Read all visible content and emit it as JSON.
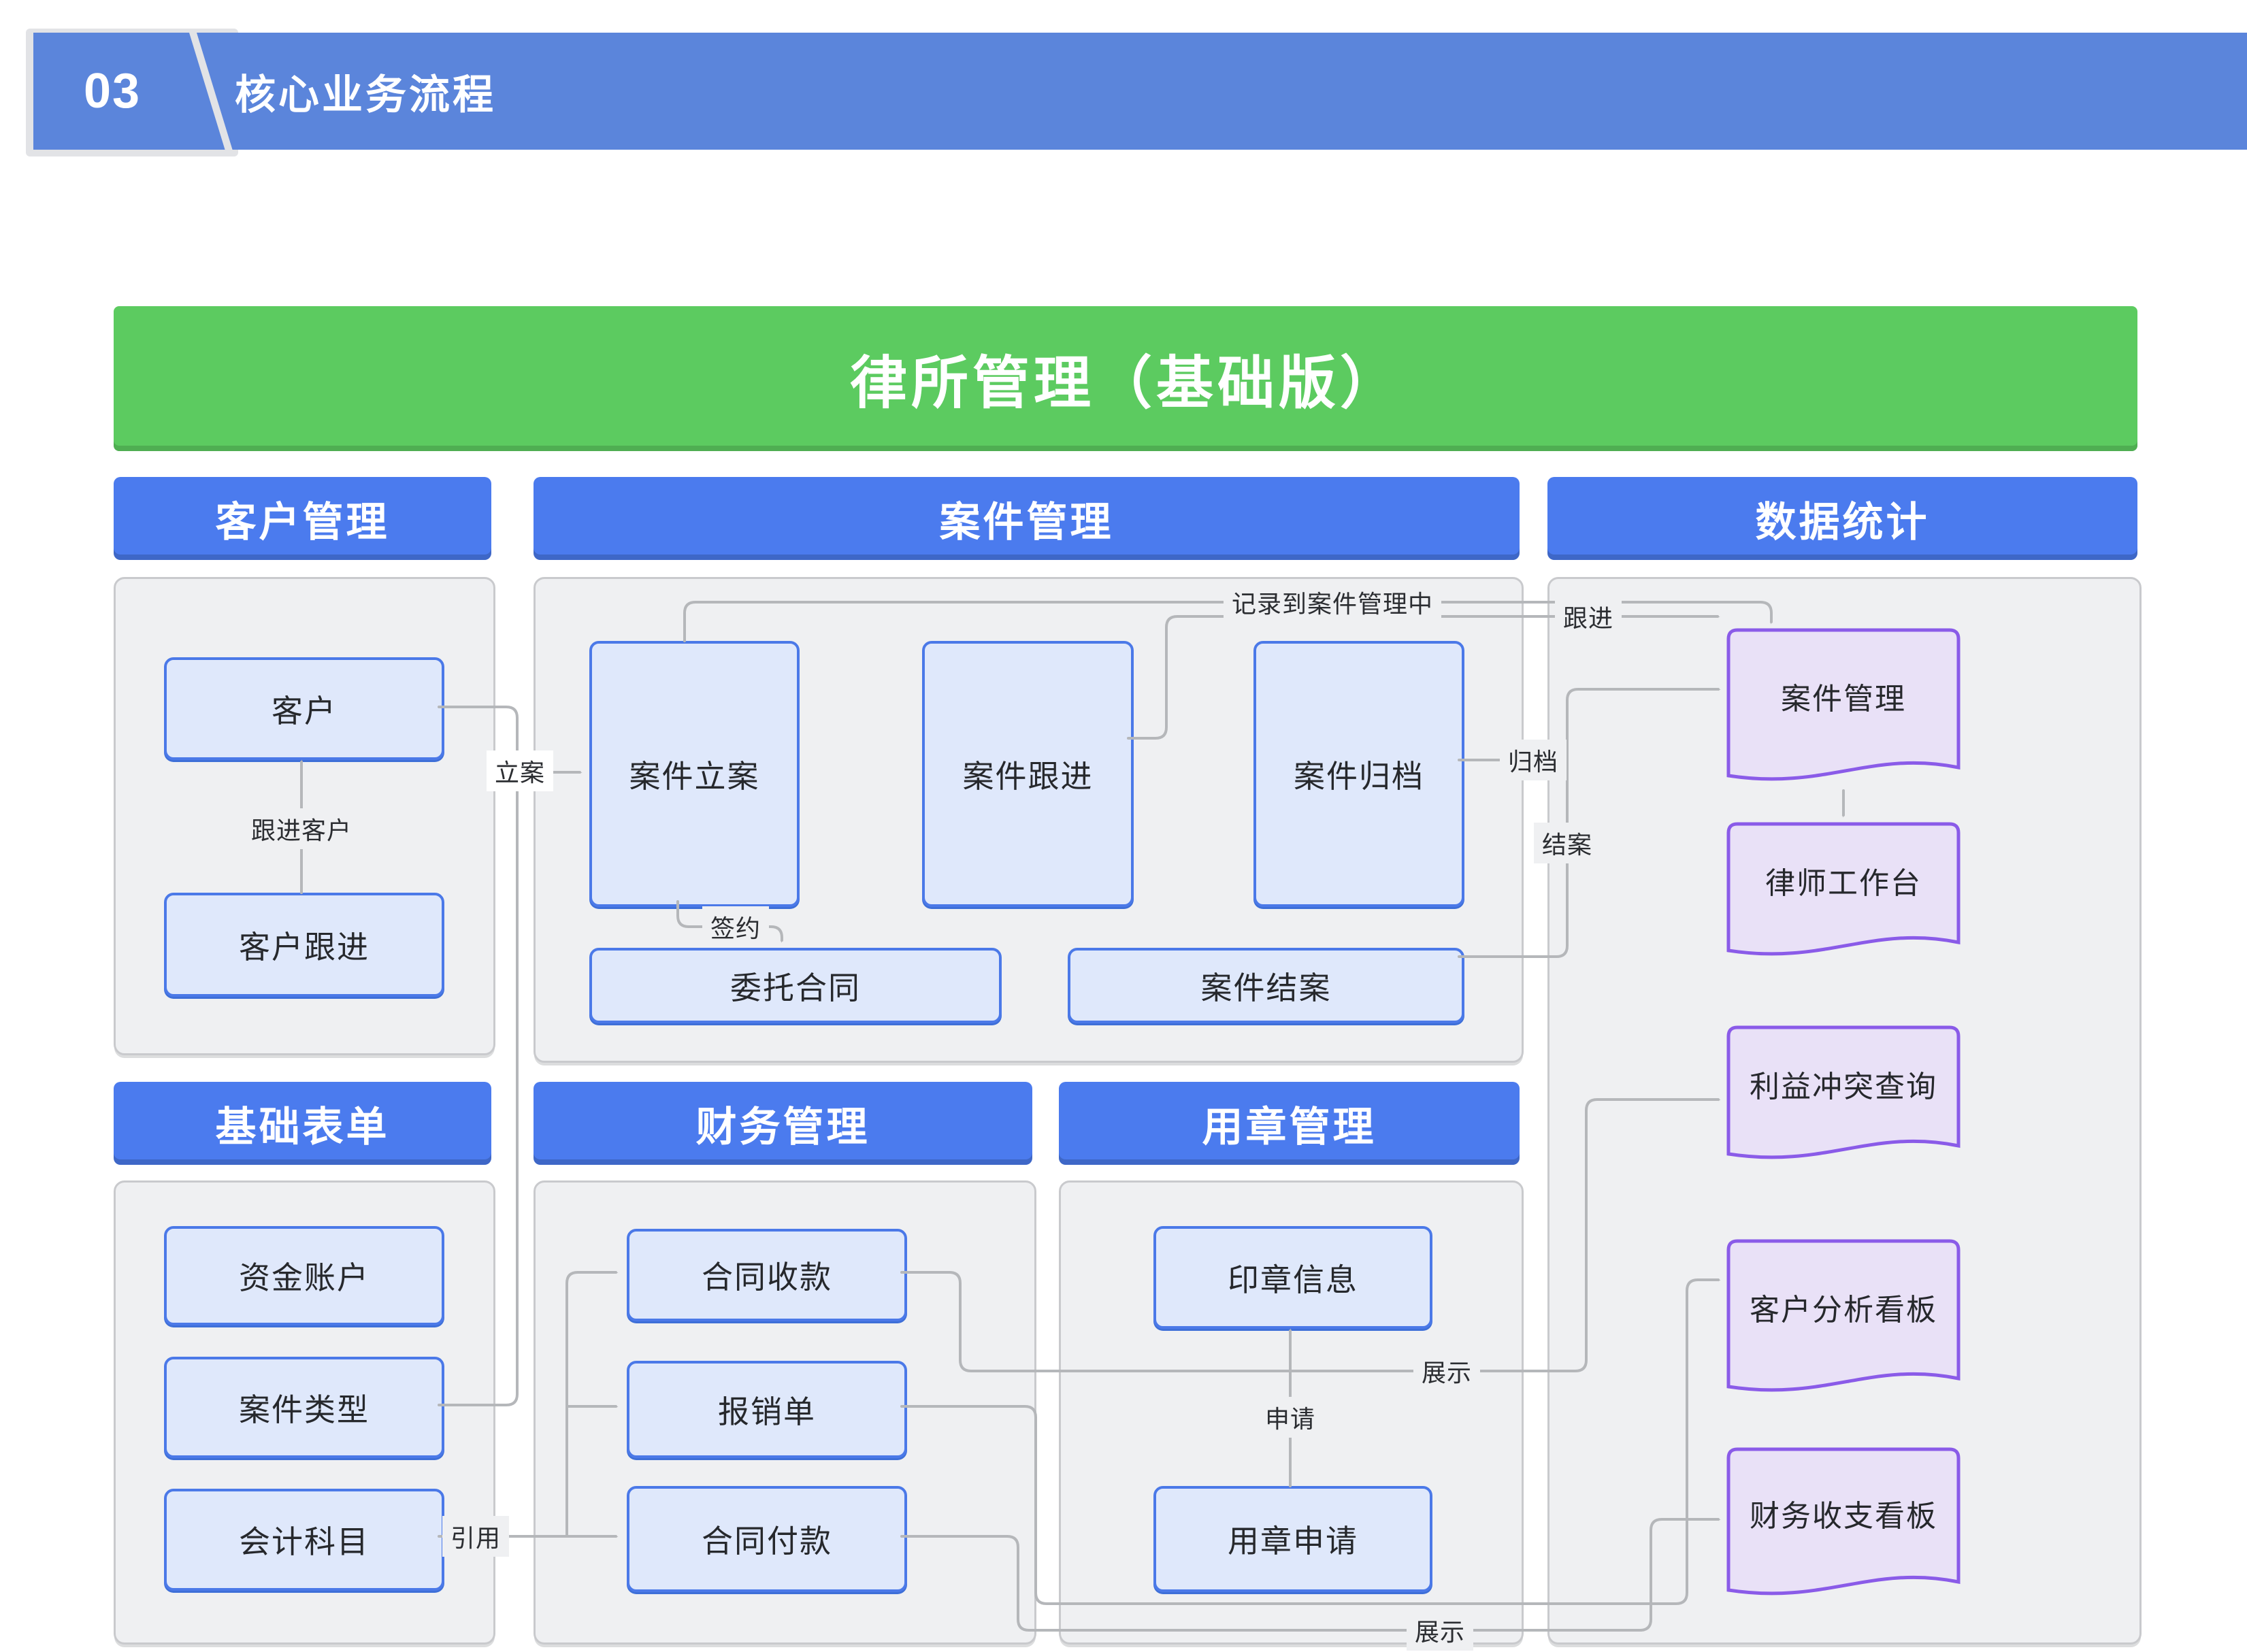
{
  "header": {
    "number": "03",
    "title": "核心业务流程"
  },
  "banner": {
    "title": "律所管理（基础版）"
  },
  "sections": {
    "customer": "客户管理",
    "case": "案件管理",
    "stats": "数据统计",
    "forms": "基础表单",
    "finance": "财务管理",
    "seal": "用章管理"
  },
  "boxes": {
    "customer": "客户",
    "customer_follow": "客户跟进",
    "case_filing": "案件立案",
    "case_follow": "案件跟进",
    "case_archive": "案件归档",
    "contract": "委托合同",
    "case_close": "案件结案",
    "fund_account": "资金账户",
    "case_type": "案件类型",
    "accounting_subject": "会计科目",
    "contract_receipt": "合同收款",
    "expense_form": "报销单",
    "contract_payment": "合同付款",
    "seal_info": "印章信息",
    "seal_apply": "用章申请"
  },
  "docs": {
    "case_mgmt": "案件管理",
    "lawyer_workbench": "律师工作台",
    "conflict_check": "利益冲突查询",
    "customer_dashboard": "客户分析看板",
    "finance_dashboard": "财务收支看板"
  },
  "edge_labels": {
    "follow_customer": "跟进客户",
    "filing": "立案",
    "sign": "签约",
    "record_to_case": "记录到案件管理中",
    "follow": "跟进",
    "archive": "归档",
    "close": "结案",
    "cite": "引用",
    "apply": "申请",
    "display_top": "展示",
    "display_bottom": "展示"
  },
  "colors": {
    "topbar_blue": "#5b85db",
    "header_blue": "#4b7bee",
    "banner_green": "#5ccb60",
    "node_fill": "#dfe8fb",
    "node_border": "#4b79e8",
    "doc_fill": "#e9e1f7",
    "doc_border": "#8a5be8",
    "panel_gray": "#eff0f2",
    "wire_gray": "#b5b7ba"
  }
}
